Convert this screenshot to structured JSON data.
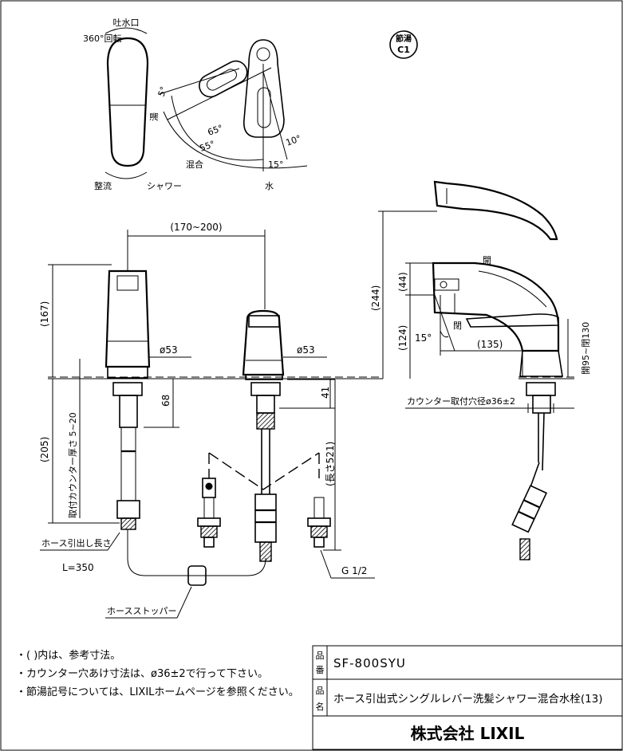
{
  "top_view": {
    "spout_label": "吐水口",
    "rotation_label": "360°回転",
    "flow_label": "整流",
    "shower_label": "シャワー",
    "hot_label": "湯",
    "mixed_label": "混合",
    "cold_label": "水",
    "angle_5": "5°",
    "angle_65": "65°",
    "angle_55": "55°",
    "angle_10": "10°",
    "angle_15": "15°"
  },
  "badge": {
    "top": "節湯",
    "bottom": "C1"
  },
  "front_view": {
    "dim_width": "(170~200)",
    "dim_height_top": "(167)",
    "dim_height_bottom": "(205)",
    "counter_thickness": "取付カウンター厚さ 5~20",
    "dia_left": "ø53",
    "dia_right": "ø53",
    "dim_68": "68",
    "dim_41": "41",
    "dim_length": "(長さ521)",
    "hose_pull_label": "ホース引出し長さ",
    "hose_pull_value": "L=350",
    "hose_stopper": "ホースストッパー",
    "thread": "G 1/2"
  },
  "side_view": {
    "dim_244": "(244)",
    "dim_44": "(44)",
    "dim_124": "(124)",
    "dim_135": "(135)",
    "angle_15": "15°",
    "open_upper": "開",
    "open_lower": "閉",
    "side_range": "開95~閉130",
    "counter_hole": "カウンター取付穴径ø36±2"
  },
  "notes": [
    "・(  )内は、参考寸法。",
    "・カウンター穴あけ寸法は、ø36±2で行って下さい。",
    "・節湯記号については、LIXILホームページを参照ください。"
  ],
  "title_block": {
    "model_header": "品番",
    "model": "SF-800SYU",
    "name_header": "品名",
    "name": "ホース引出式シングルレバー洗髪シャワー混合水栓(13)",
    "company": "株式会社 LIXIL"
  }
}
